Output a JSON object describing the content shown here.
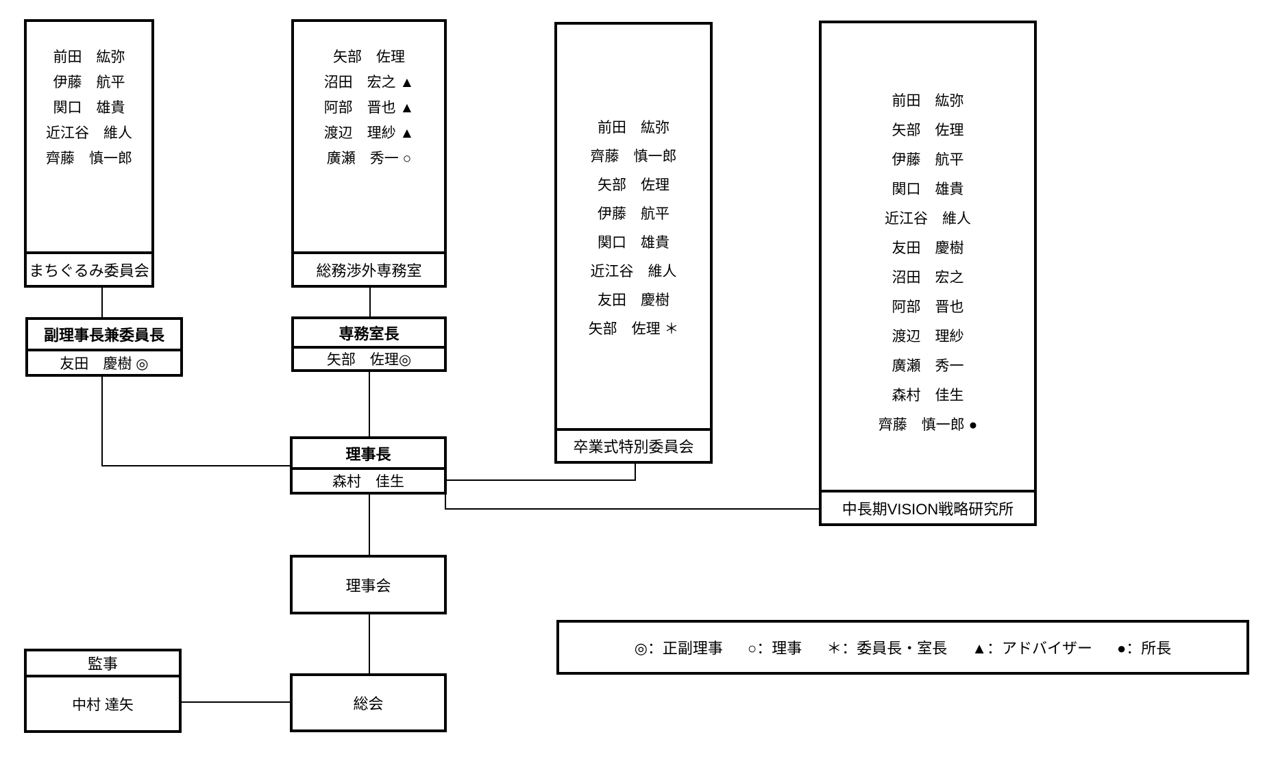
{
  "boxes": {
    "machigurumi": {
      "label": "まちぐるみ委員会",
      "members": [
        "前田　紘弥",
        "伊藤　航平",
        "関口　雄貴",
        "近江谷　維人",
        "齊藤　慎一郎"
      ]
    },
    "somu_shogai": {
      "label": "総務渉外専務室",
      "members": [
        "矢部　佐理",
        "沼田　宏之 ▲",
        "阿部　晋也 ▲",
        "渡辺　理紗 ▲",
        "廣瀬　秀一 ○"
      ]
    },
    "sotsugyo": {
      "label": "卒業式特別委員会",
      "members": [
        "前田　紘弥",
        "齊藤　慎一郎",
        "矢部　佐理",
        "伊藤　航平",
        "関口　雄貴",
        "近江谷　維人",
        "友田　慶樹",
        "矢部　佐理 ＊"
      ]
    },
    "vision": {
      "label": "中長期VISION戦略研究所",
      "members": [
        "前田　紘弥",
        "矢部　佐理",
        "伊藤　航平",
        "関口　雄貴",
        "近江谷　維人",
        "友田　慶樹",
        "沼田　宏之",
        "阿部　晋也",
        "渡辺　理紗",
        "廣瀬　秀一",
        "森村　佳生",
        "齊藤　慎一郎 ●"
      ]
    },
    "vice_chair": {
      "title": "副理事長兼委員長",
      "name": "友田　慶樹 ◎"
    },
    "office_head": {
      "title": "専務室長",
      "name": "矢部　佐理◎"
    },
    "chairman": {
      "title": "理事長",
      "name": "森村　佳生"
    },
    "board": {
      "title": "理事会"
    },
    "general_meeting": {
      "title": "総会"
    },
    "auditor": {
      "title": "監事",
      "name": "中村 達矢"
    }
  },
  "legend": {
    "items": [
      "◎：正副理事",
      "○：理事",
      "＊：委員長・室長",
      "▲：アドバイザー",
      "●：所長"
    ]
  },
  "colors": {
    "line": "#000000",
    "background": "#ffffff"
  }
}
